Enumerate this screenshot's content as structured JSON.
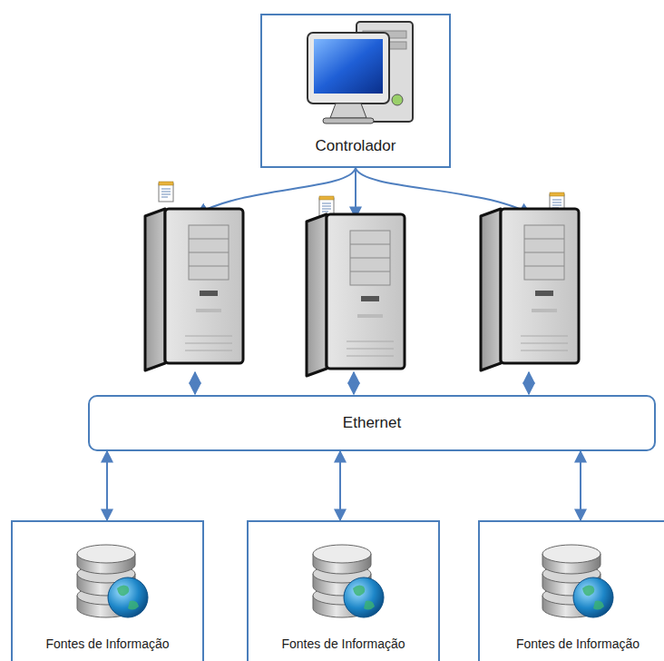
{
  "diagram": {
    "nodes": [
      {
        "text": [
          "Controlador"
        ]
      },
      {
        "text": [
          "Ethernet"
        ]
      },
      {
        "text": [
          "Fontes de Informação"
        ]
      },
      {
        "text": [
          "Fontes de Informação"
        ]
      },
      {
        "text": [
          "Fontes de Informação"
        ]
      }
    ],
    "edges": [
      {
        "from": 1,
        "to": 2,
        "arrow": "both"
      },
      {
        "from": 1,
        "to": 3,
        "arrow": "both"
      },
      {
        "from": 1,
        "to": 4,
        "arrow": "both"
      }
    ]
  }
}
